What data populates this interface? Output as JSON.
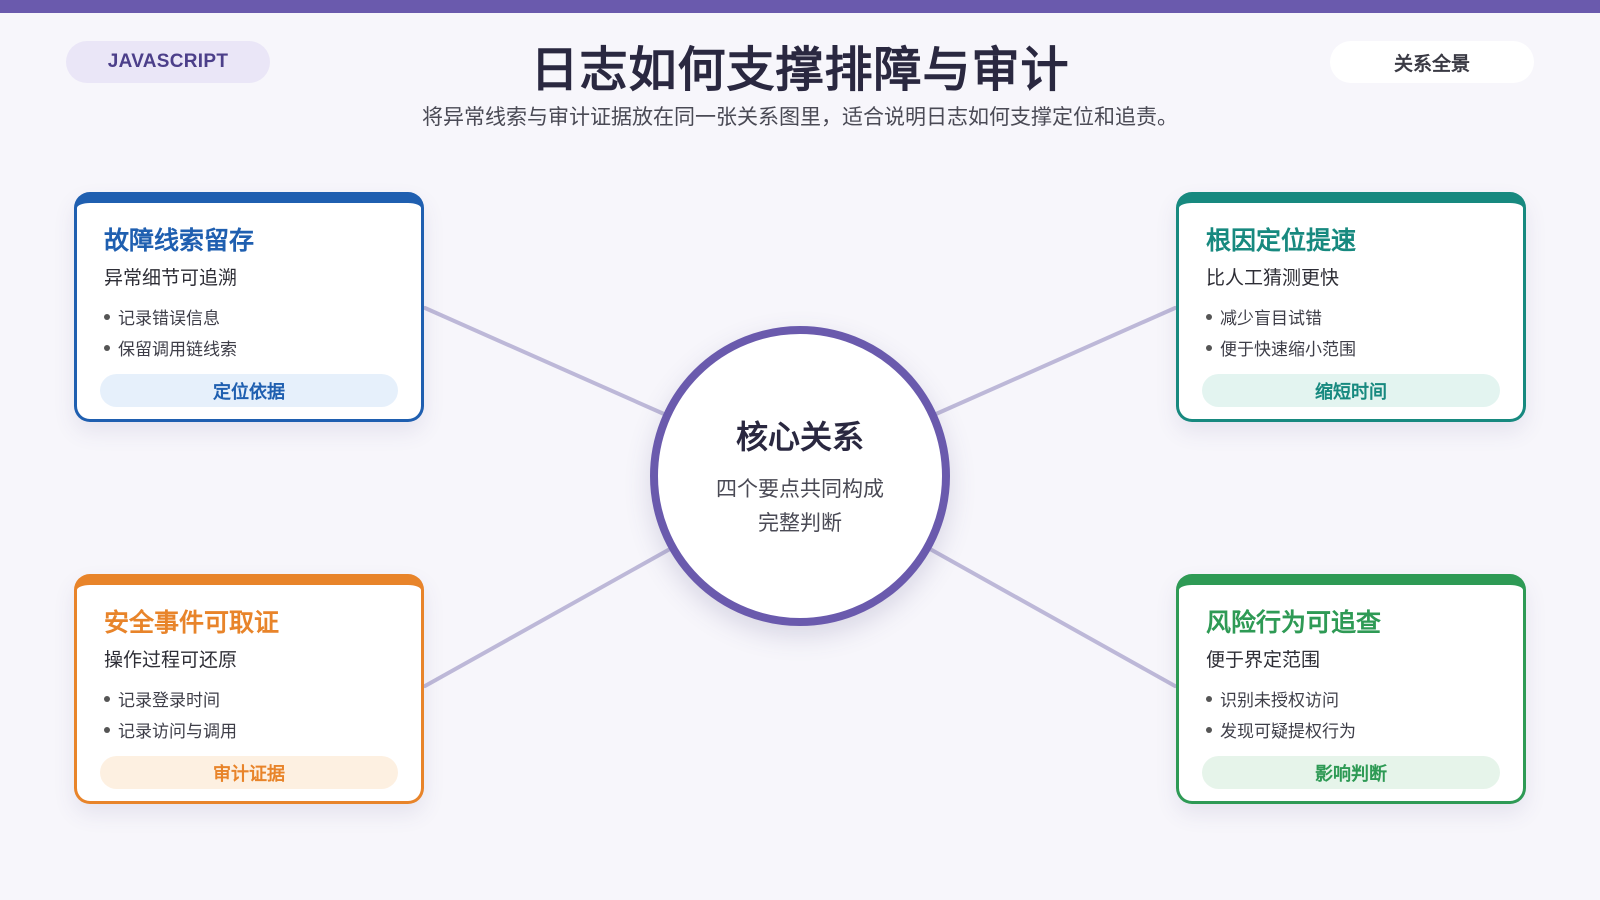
{
  "header": {
    "tag": "JAVASCRIPT",
    "title": "日志如何支撑排障与审计",
    "subtitle": "将异常线索与审计证据放在同一张关系图里，适合说明日志如何支撑定位和追责。",
    "view_label": "关系全景"
  },
  "hub": {
    "title": "核心关系",
    "description": "四个要点共同构成完整判断"
  },
  "cards": [
    {
      "title": "故障线索留存",
      "subtitle": "异常细节可追溯",
      "bullets": [
        "记录错误信息",
        "保留调用链线索"
      ],
      "tag": "定位依据",
      "color": "#1f5fb0",
      "tag_bg": "#e6f0fb"
    },
    {
      "title": "根因定位提速",
      "subtitle": "比人工猜测更快",
      "bullets": [
        "减少盲目试错",
        "便于快速缩小范围"
      ],
      "tag": "缩短时间",
      "color": "#17897f",
      "tag_bg": "#e3f4f0"
    },
    {
      "title": "安全事件可取证",
      "subtitle": "操作过程可还原",
      "bullets": [
        "记录登录时间",
        "记录访问与调用"
      ],
      "tag": "审计证据",
      "color": "#e8842a",
      "tag_bg": "#fdf0e1"
    },
    {
      "title": "风险行为可追查",
      "subtitle": "便于界定范围",
      "bullets": [
        "识别未授权访问",
        "发现可疑提权行为"
      ],
      "tag": "影响判断",
      "color": "#2e9a55",
      "tag_bg": "#e6f4ea"
    }
  ],
  "colors": {
    "accent": "#6a5aad",
    "pill_bg": "#eae6f7",
    "pill_text": "#4c3f8a",
    "connector": "#bdb8d8"
  }
}
